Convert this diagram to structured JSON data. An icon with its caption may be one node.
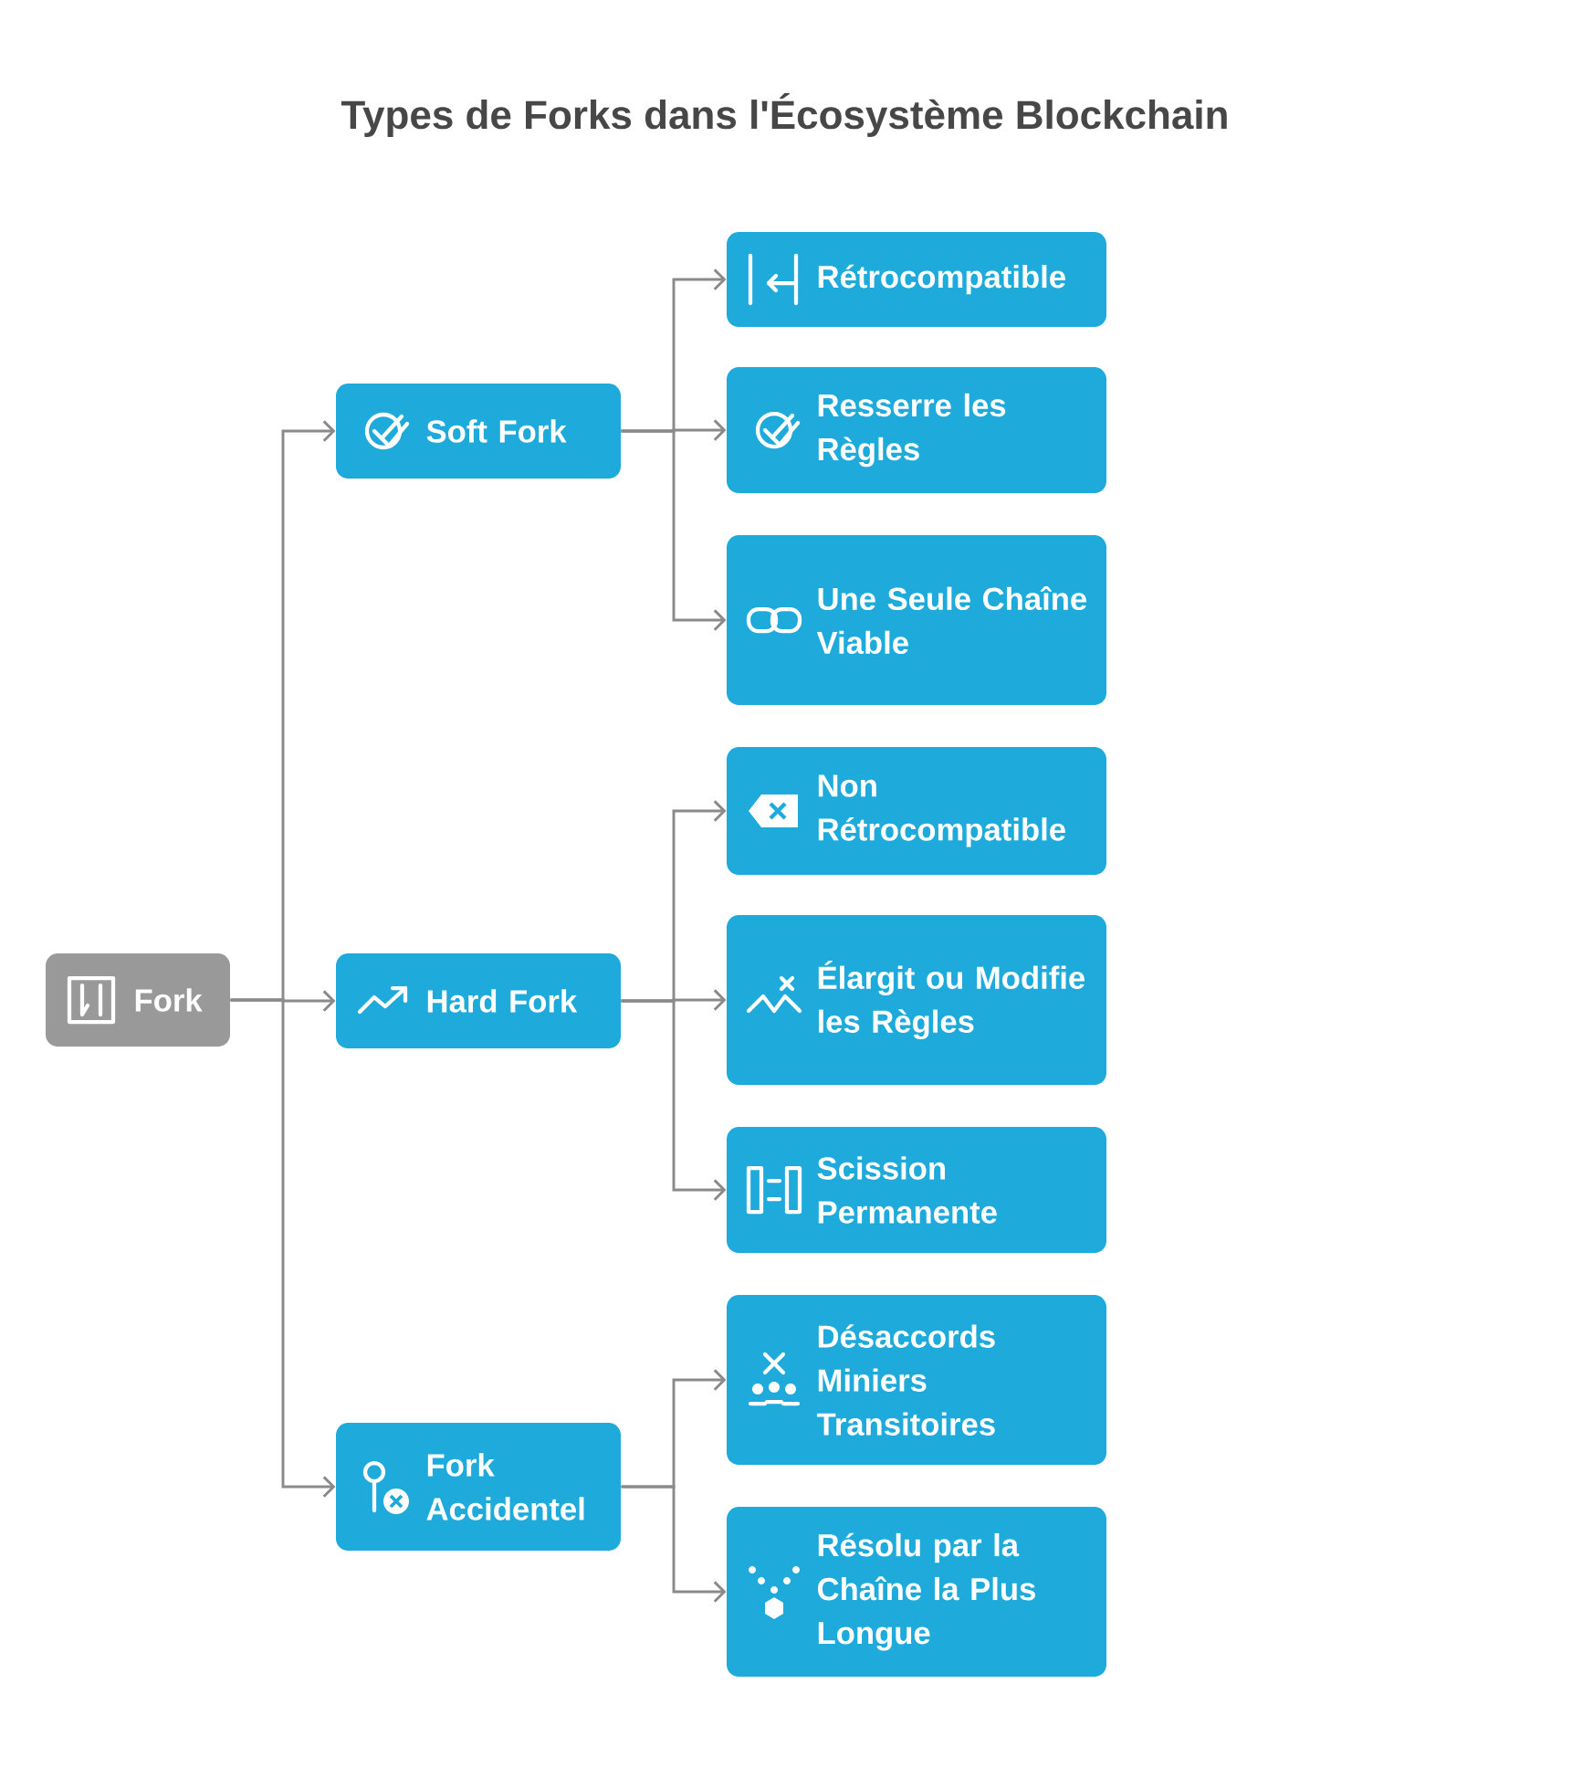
{
  "diagram": {
    "title": "Types de Forks dans l'Écosystème Blockchain",
    "nodes": [
      {
        "text": [
          "Fork"
        ]
      },
      {
        "text": [
          "Soft Fork"
        ]
      },
      {
        "text": [
          "Hard Fork"
        ]
      },
      {
        "text": [
          "Fork Accidentel"
        ]
      },
      {
        "text": [
          "Rétrocompatible"
        ]
      },
      {
        "text": [
          "Resserre les Règles"
        ]
      },
      {
        "text": [
          "Une Seule Chaîne Viable"
        ]
      },
      {
        "text": [
          "Non Rétrocompatible"
        ]
      },
      {
        "text": [
          "Élargit ou Modifie les Règles"
        ]
      },
      {
        "text": [
          "Scission Permanente"
        ]
      },
      {
        "text": [
          "Désaccords Miniers Transitoires"
        ]
      },
      {
        "text": [
          "Résolu par la Chaîne la Plus Longue"
        ]
      }
    ],
    "edges": [
      {
        "from": 0,
        "to": 1,
        "arrow": "to"
      },
      {
        "from": 0,
        "to": 2,
        "arrow": "to"
      },
      {
        "from": 0,
        "to": 3,
        "arrow": "to"
      },
      {
        "from": 1,
        "to": 4,
        "arrow": "to"
      },
      {
        "from": 1,
        "to": 5,
        "arrow": "to"
      },
      {
        "from": 1,
        "to": 6,
        "arrow": "to"
      },
      {
        "from": 2,
        "to": 7,
        "arrow": "to"
      },
      {
        "from": 2,
        "to": 8,
        "arrow": "to"
      },
      {
        "from": 2,
        "to": 9,
        "arrow": "to"
      },
      {
        "from": 3,
        "to": 10,
        "arrow": "to"
      },
      {
        "from": 3,
        "to": 11,
        "arrow": "to"
      }
    ]
  }
}
